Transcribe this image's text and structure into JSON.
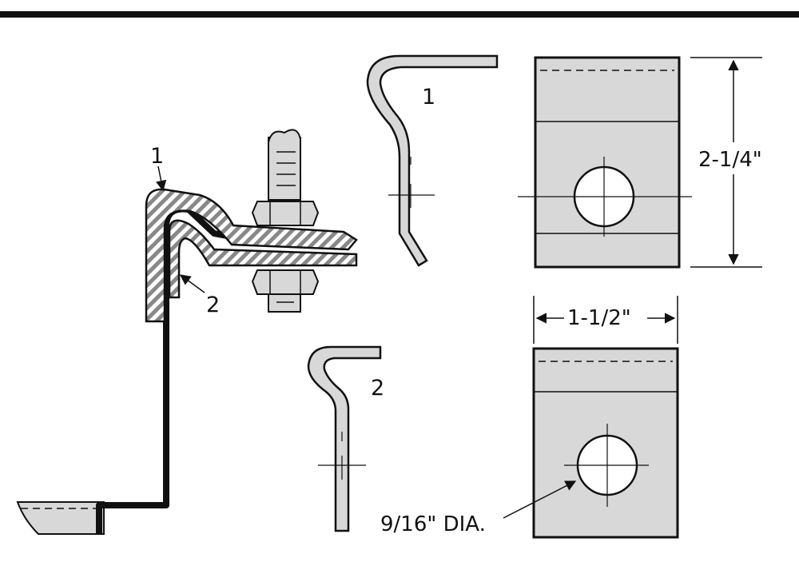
{
  "labels": {
    "assembly_part1": "1",
    "assembly_part2": "2",
    "clip1_label": "1",
    "clip2_label": "2",
    "height_dim": "2-1/4\"",
    "width_dim": "1-1/2\"",
    "hole_dia": "9/16\" DIA."
  }
}
